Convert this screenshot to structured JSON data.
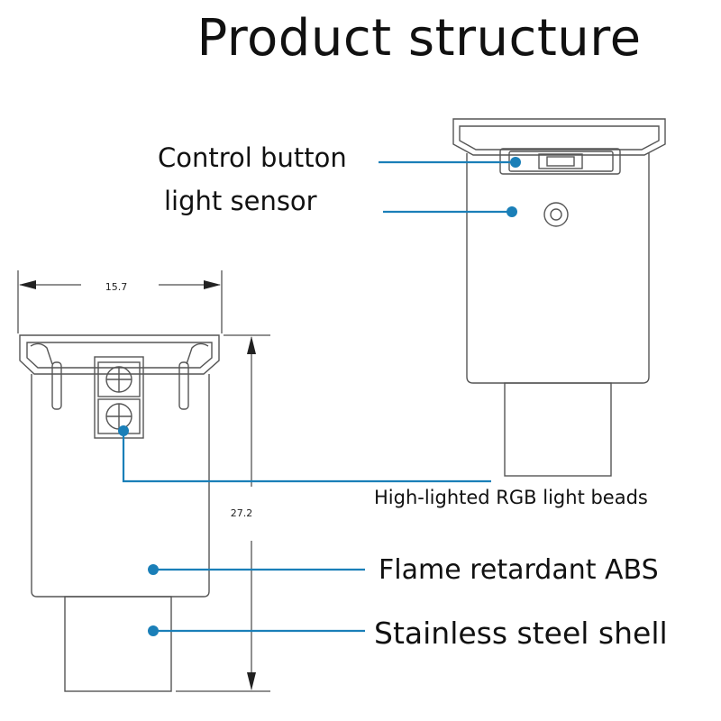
{
  "title": "Product structure",
  "labels": {
    "control_button": "Control button",
    "light_sensor": "light sensor",
    "rgb_beads": "High-lighted RGB light beads",
    "flame_retardant": "Flame retardant ABS",
    "steel_shell": "Stainless steel shell"
  },
  "dimensions": {
    "width": "15.7",
    "height": "27.2"
  },
  "colors": {
    "accent": "#1a7fb8",
    "outline": "#444444"
  }
}
